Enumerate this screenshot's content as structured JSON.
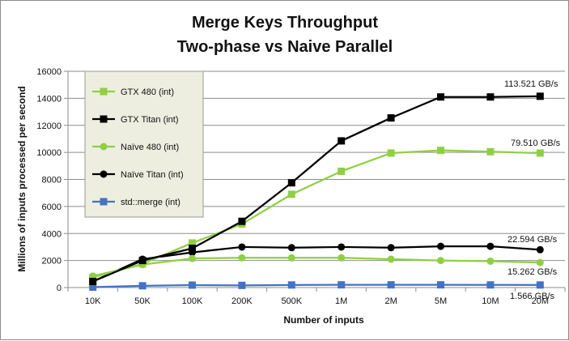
{
  "chart_data": {
    "type": "line",
    "title": [
      "Merge Keys Throughput",
      "Two-phase vs Naive Parallel"
    ],
    "xlabel": "Number of inputs",
    "ylabel": "Millions of inputs processed per second",
    "categories": [
      "10K",
      "50K",
      "100K",
      "200K",
      "500K",
      "1M",
      "2M",
      "5M",
      "10M",
      "20M"
    ],
    "ylim": [
      0,
      16000
    ],
    "yticks": [
      0,
      2000,
      4000,
      6000,
      8000,
      10000,
      12000,
      14000,
      16000
    ],
    "grid": "horizontal",
    "legend_position": "upper-left",
    "series": [
      {
        "name": "GTX 480 (int)",
        "color": "#8fcf45",
        "marker": "square",
        "values": [
          750,
          1750,
          3300,
          4700,
          6900,
          8600,
          9950,
          10150,
          10050,
          9950
        ]
      },
      {
        "name": "GTX Titan (int)",
        "color": "#000000",
        "marker": "square",
        "values": [
          450,
          2000,
          2900,
          4900,
          7750,
          10850,
          12550,
          14100,
          14100,
          14150
        ]
      },
      {
        "name": "Naïve 480 (int)",
        "color": "#8fcf45",
        "marker": "circle",
        "values": [
          850,
          1700,
          2150,
          2200,
          2200,
          2200,
          2100,
          2000,
          1950,
          1850
        ]
      },
      {
        "name": "Naïve Titan (int)",
        "color": "#000000",
        "marker": "circle",
        "values": [
          450,
          2100,
          2600,
          3000,
          2950,
          3000,
          2950,
          3050,
          3050,
          2800
        ]
      },
      {
        "name": "std::merge (int)",
        "color": "#4472c4",
        "marker": "square",
        "values": [
          30,
          130,
          180,
          160,
          190,
          200,
          200,
          200,
          195,
          190
        ]
      }
    ],
    "annotations": [
      "113.521 GB/s",
      "79.510 GB/s",
      "22.594 GB/s",
      "15.262 GB/s",
      "1.566 GB/s"
    ]
  }
}
